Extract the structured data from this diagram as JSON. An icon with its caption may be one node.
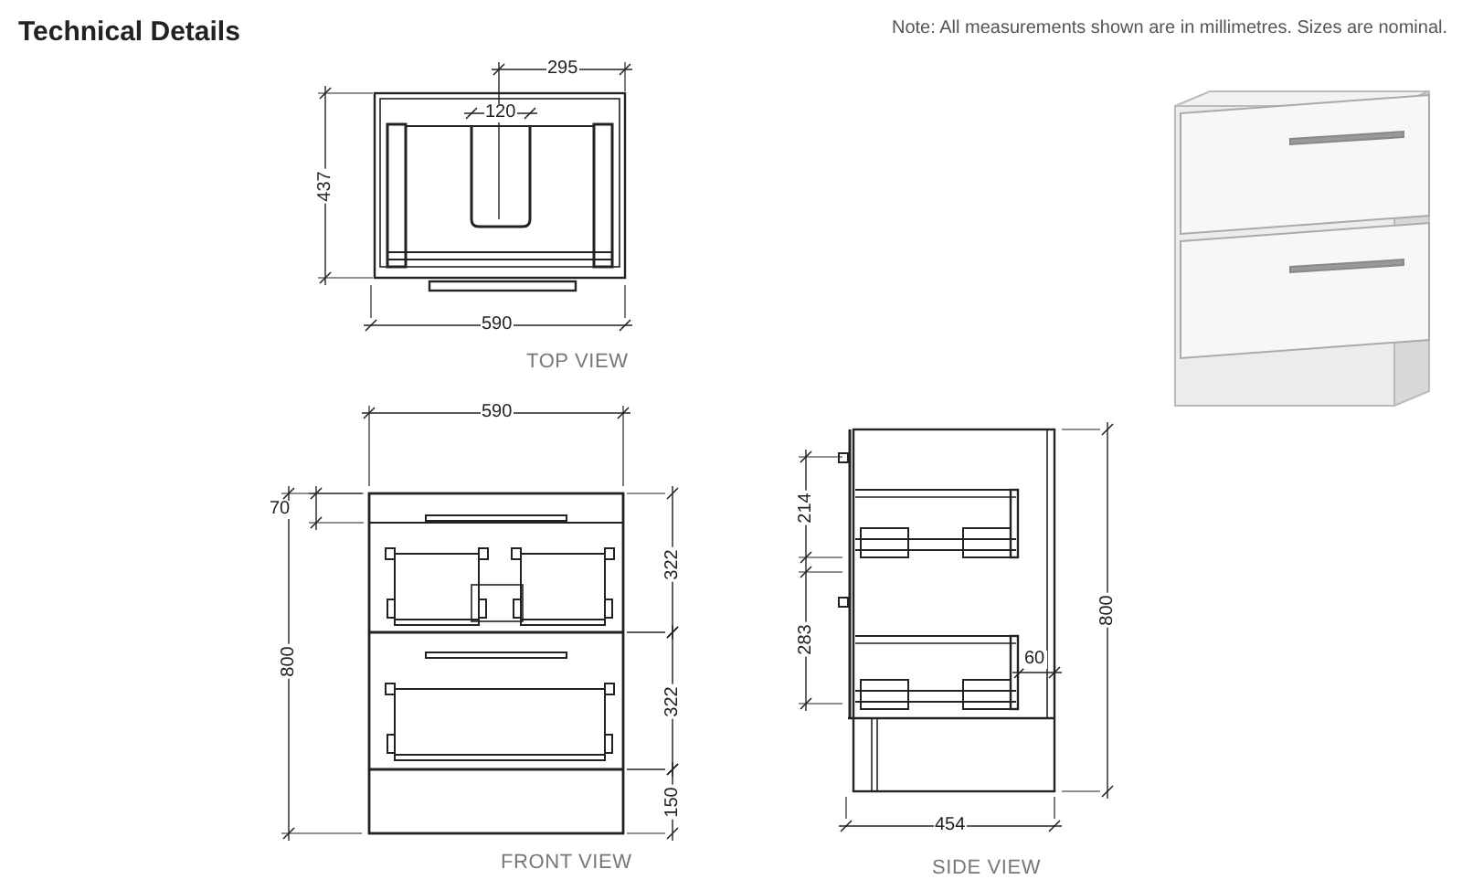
{
  "diagram": {
    "title": "Technical Details",
    "labels": [
      "Note: All measurements shown are in millimetres. Sizes are nominal.",
      "295",
      "120",
      "437",
      "590",
      "TOP VIEW",
      "590",
      "70",
      "800",
      "322",
      "322",
      "150",
      "FRONT VIEW",
      "214",
      "283",
      "60",
      "800",
      "454",
      "SIDE VIEW"
    ]
  }
}
